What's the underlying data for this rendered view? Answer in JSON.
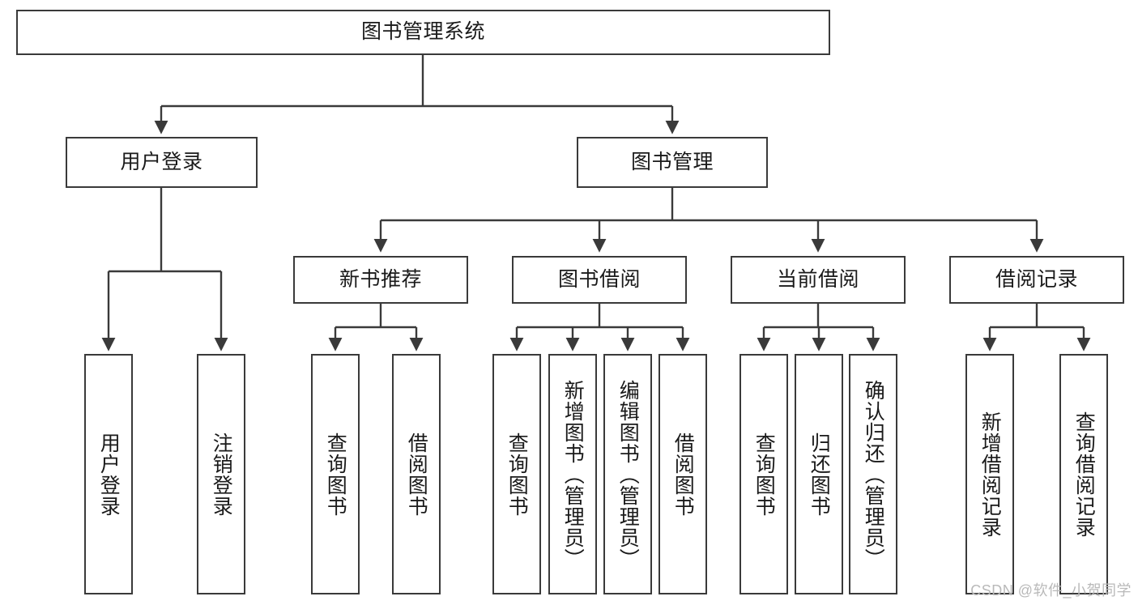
{
  "diagram": {
    "title": "图书管理系统",
    "type": "tree-hierarchy-diagram",
    "watermark": "CSDN @软件_小贺同学",
    "colors": {
      "box_border": "#3a3a3a",
      "box_fill": "#ffffff",
      "edge": "#3a3a3a",
      "text": "#1a1a1a",
      "watermark": "#b9b9b9",
      "background": "#ffffff"
    },
    "nodes": {
      "root": {
        "label": "图书管理系统"
      },
      "level2": [
        {
          "id": "user-login",
          "label": "用户登录"
        },
        {
          "id": "book-manage",
          "label": "图书管理"
        }
      ],
      "level3": [
        {
          "id": "new-book-recommend",
          "label": "新书推荐"
        },
        {
          "id": "book-borrow",
          "label": "图书借阅"
        },
        {
          "id": "current-borrow",
          "label": "当前借阅"
        },
        {
          "id": "borrow-record",
          "label": "借阅记录"
        }
      ],
      "leaves": {
        "user_login": [
          {
            "id": "leaf-user-login",
            "label": "用户登录"
          },
          {
            "id": "leaf-logout-login",
            "label": "注销登录"
          }
        ],
        "new_book_recommend": [
          {
            "id": "leaf-query-book-1",
            "label": "查询图书"
          },
          {
            "id": "leaf-borrow-book-1",
            "label": "借阅图书"
          }
        ],
        "book_borrow": [
          {
            "id": "leaf-query-book-2",
            "label": "查询图书"
          },
          {
            "id": "leaf-add-book",
            "label": "新增图书（管理员）"
          },
          {
            "id": "leaf-edit-book",
            "label": "编辑图书（管理员）"
          },
          {
            "id": "leaf-borrow-book-2",
            "label": "借阅图书"
          }
        ],
        "current_borrow": [
          {
            "id": "leaf-query-book-3",
            "label": "查询图书"
          },
          {
            "id": "leaf-return-book",
            "label": "归还图书"
          },
          {
            "id": "leaf-confirm-return",
            "label": "确认归还（管理员）"
          }
        ],
        "borrow_record": [
          {
            "id": "leaf-add-record",
            "label": "新增借阅记录"
          },
          {
            "id": "leaf-query-record",
            "label": "查询借阅记录"
          }
        ]
      }
    }
  }
}
